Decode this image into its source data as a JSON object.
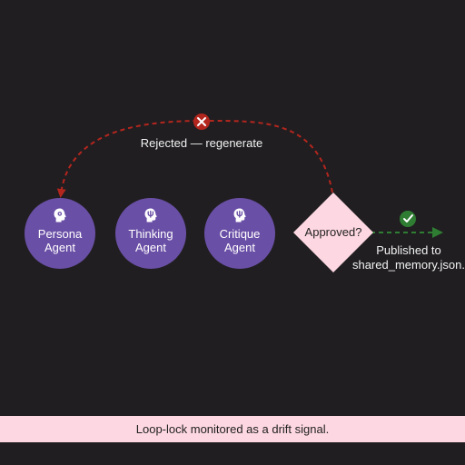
{
  "agents": [
    {
      "label": "Persona Agent",
      "icon": "head-gear-icon"
    },
    {
      "label": "Thinking Agent",
      "icon": "head-brain-icon"
    },
    {
      "label": "Critique Agent",
      "icon": "head-check-icon"
    }
  ],
  "decision": {
    "label": "Approved?"
  },
  "reject": {
    "label": "Rejected — regenerate",
    "icon": "x-circle-icon"
  },
  "publish": {
    "line1": "Published to",
    "line2": "shared_memory.json.",
    "icon": "check-circle-icon"
  },
  "footer": {
    "text": "Loop-lock monitored as a drift signal."
  },
  "colors": {
    "background": "#201e21",
    "agent_fill": "#6a4fa6",
    "decision_fill": "#fdd7e1",
    "reject_red": "#b3261e",
    "approve_green": "#2e7d32",
    "footer_band": "#fdd7e1"
  }
}
